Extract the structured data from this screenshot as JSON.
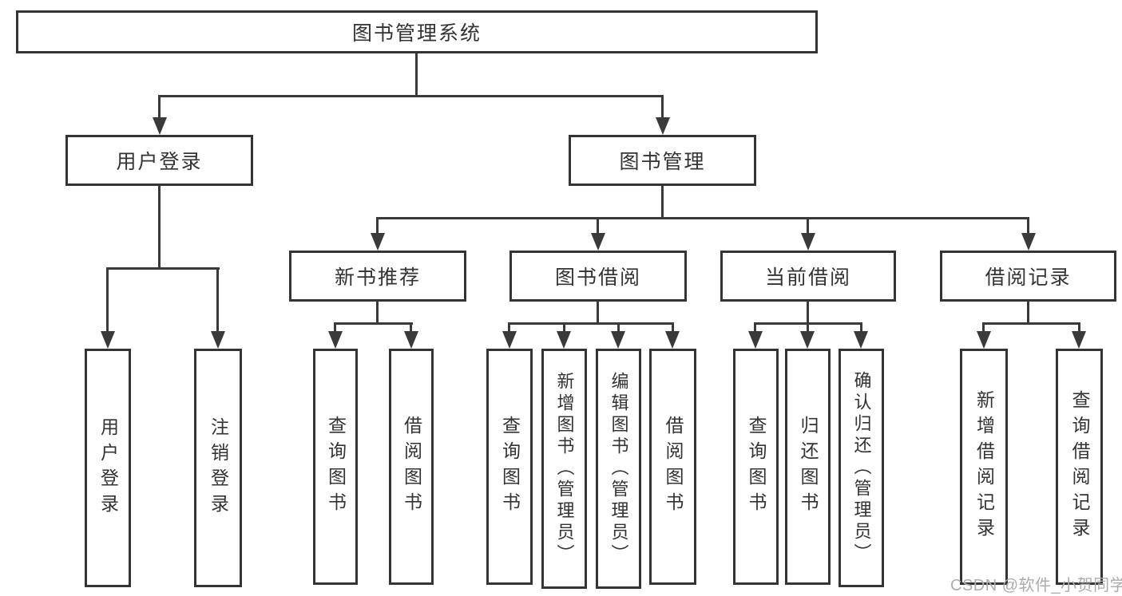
{
  "nodes": {
    "root": {
      "label": "图书管理系统"
    },
    "user_login": {
      "label": "用户登录"
    },
    "book_mgmt": {
      "label": "图书管理"
    },
    "new_book_rec": {
      "label": "新书推荐"
    },
    "book_borrow": {
      "label": "图书借阅"
    },
    "current_borrow": {
      "label": "当前借阅"
    },
    "borrow_records": {
      "label": "借阅记录"
    }
  },
  "leaves": {
    "login": [
      {
        "label": "用户登录"
      },
      {
        "label": "注销登录"
      }
    ],
    "recommend": [
      {
        "label": "查询图书"
      },
      {
        "label": "借阅图书"
      }
    ],
    "borrow": [
      {
        "label": "查询图书"
      },
      {
        "label": "新增图书（管理员）"
      },
      {
        "label": "编辑图书（管理员）"
      },
      {
        "label": "借阅图书"
      }
    ],
    "current": [
      {
        "label": "查询图书"
      },
      {
        "label": "归还图书"
      },
      {
        "label": "确认归还（管理员）"
      }
    ],
    "records": [
      {
        "label": "新增借阅记录"
      },
      {
        "label": "查询借阅记录"
      }
    ]
  },
  "watermark": {
    "text": "CSDN @软件_小贺同学"
  },
  "colors": {
    "line": "#3a3a3a",
    "box_border": "#343434",
    "text": "#333333",
    "watermark": "#acacac",
    "background": "#ffffff"
  }
}
